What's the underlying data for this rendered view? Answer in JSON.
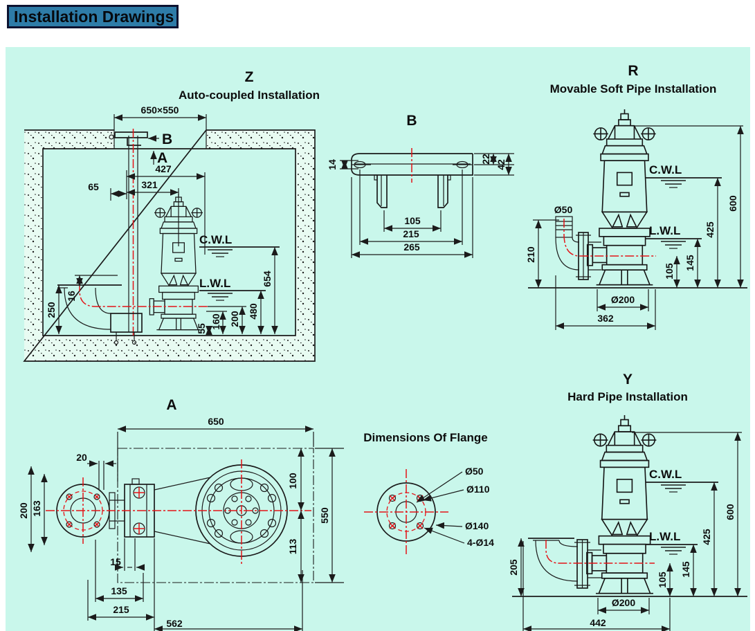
{
  "page": {
    "title": "Installation Drawings"
  },
  "colors": {
    "background": "#c9f7eb",
    "title_box": "#2e7ca8",
    "ink": "#1b1b1b",
    "centerline_red": "#e41418"
  },
  "z": {
    "code": "Z",
    "title": "Auto-coupled Installation",
    "cwl": "C.W.L",
    "lwl": "L.W.L",
    "view_b": "B",
    "view_a": "A",
    "dims": {
      "hatch": "650×550",
      "d427": "427",
      "d321": "321",
      "d65": "65",
      "d654": "654",
      "d480": "480",
      "d200": "200",
      "d160": "160",
      "d55": "55",
      "d250": "250",
      "d16": "16"
    }
  },
  "b": {
    "code": "B",
    "dims": {
      "d14": "14",
      "d22": "22",
      "d42": "42",
      "d105": "105",
      "d215": "215",
      "d265": "265"
    }
  },
  "r": {
    "code": "R",
    "title": "Movable Soft Pipe Installation",
    "cwl": "C.W.L",
    "lwl": "L.W.L",
    "dims": {
      "d50": "Ø50",
      "d210": "210",
      "d105": "105",
      "d145": "145",
      "d425": "425",
      "d600": "600",
      "d200": "Ø200",
      "d362": "362"
    }
  },
  "a": {
    "code": "A",
    "dims": {
      "d650": "650",
      "d20": "20",
      "d200": "200",
      "d163": "163",
      "d100": "100",
      "d113": "113",
      "d550": "550",
      "d15": "15",
      "d135": "135",
      "d215": "215",
      "d562": "562"
    }
  },
  "flange": {
    "title": "Dimensions Of Flange",
    "labels": {
      "bore": "Ø50",
      "bolt_circle": "Ø110",
      "outer": "Ø140",
      "holes": "4-Ø14"
    }
  },
  "y": {
    "code": "Y",
    "title": "Hard Pipe Installation",
    "cwl": "C.W.L",
    "lwl": "L.W.L",
    "dims": {
      "d205": "205",
      "d105": "105",
      "d145": "145",
      "d425": "425",
      "d600": "600",
      "d200": "Ø200",
      "d442": "442"
    }
  }
}
